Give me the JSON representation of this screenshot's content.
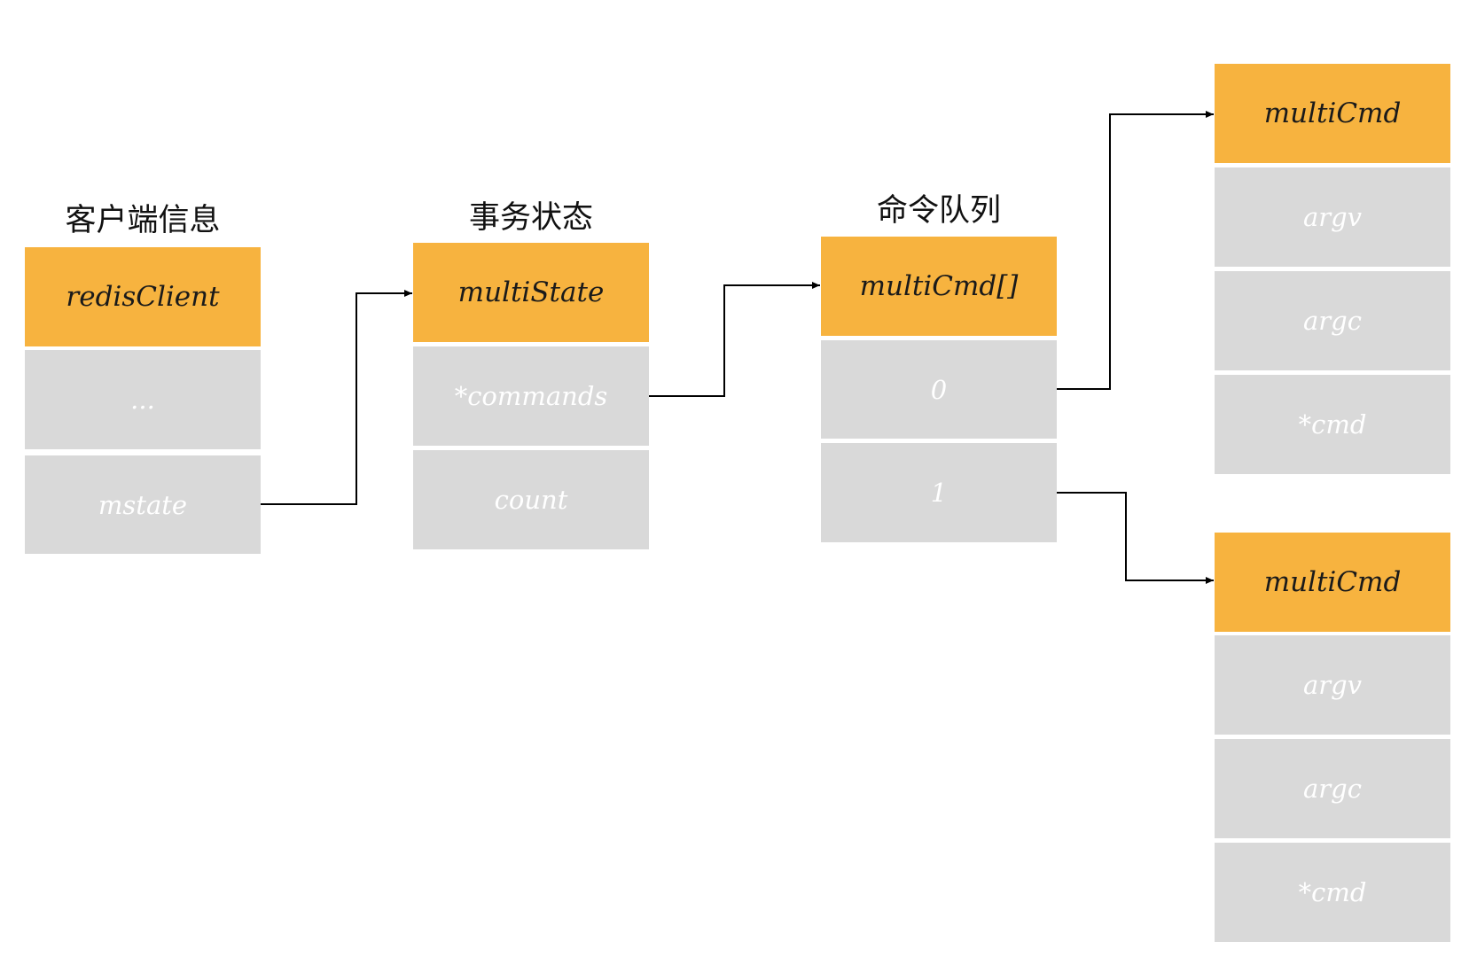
{
  "client": {
    "title": "客户端信息",
    "header": "redisClient",
    "fields": [
      "...",
      "mstate"
    ]
  },
  "state": {
    "title": "事务状态",
    "header": "multiState",
    "fields": [
      "*commands",
      "count"
    ]
  },
  "queue": {
    "title": "命令队列",
    "header": "multiCmd[]",
    "fields": [
      "0",
      "1"
    ]
  },
  "cmd_top": {
    "header": "multiCmd",
    "fields": [
      "argv",
      "argc",
      "*cmd"
    ]
  },
  "cmd_bottom": {
    "header": "multiCmd",
    "fields": [
      "argv",
      "argc",
      "*cmd"
    ]
  },
  "colors": {
    "header": "#f7b33f",
    "field": "#d9d9d9",
    "field_text": "#ffffff",
    "connector": "#000000"
  }
}
